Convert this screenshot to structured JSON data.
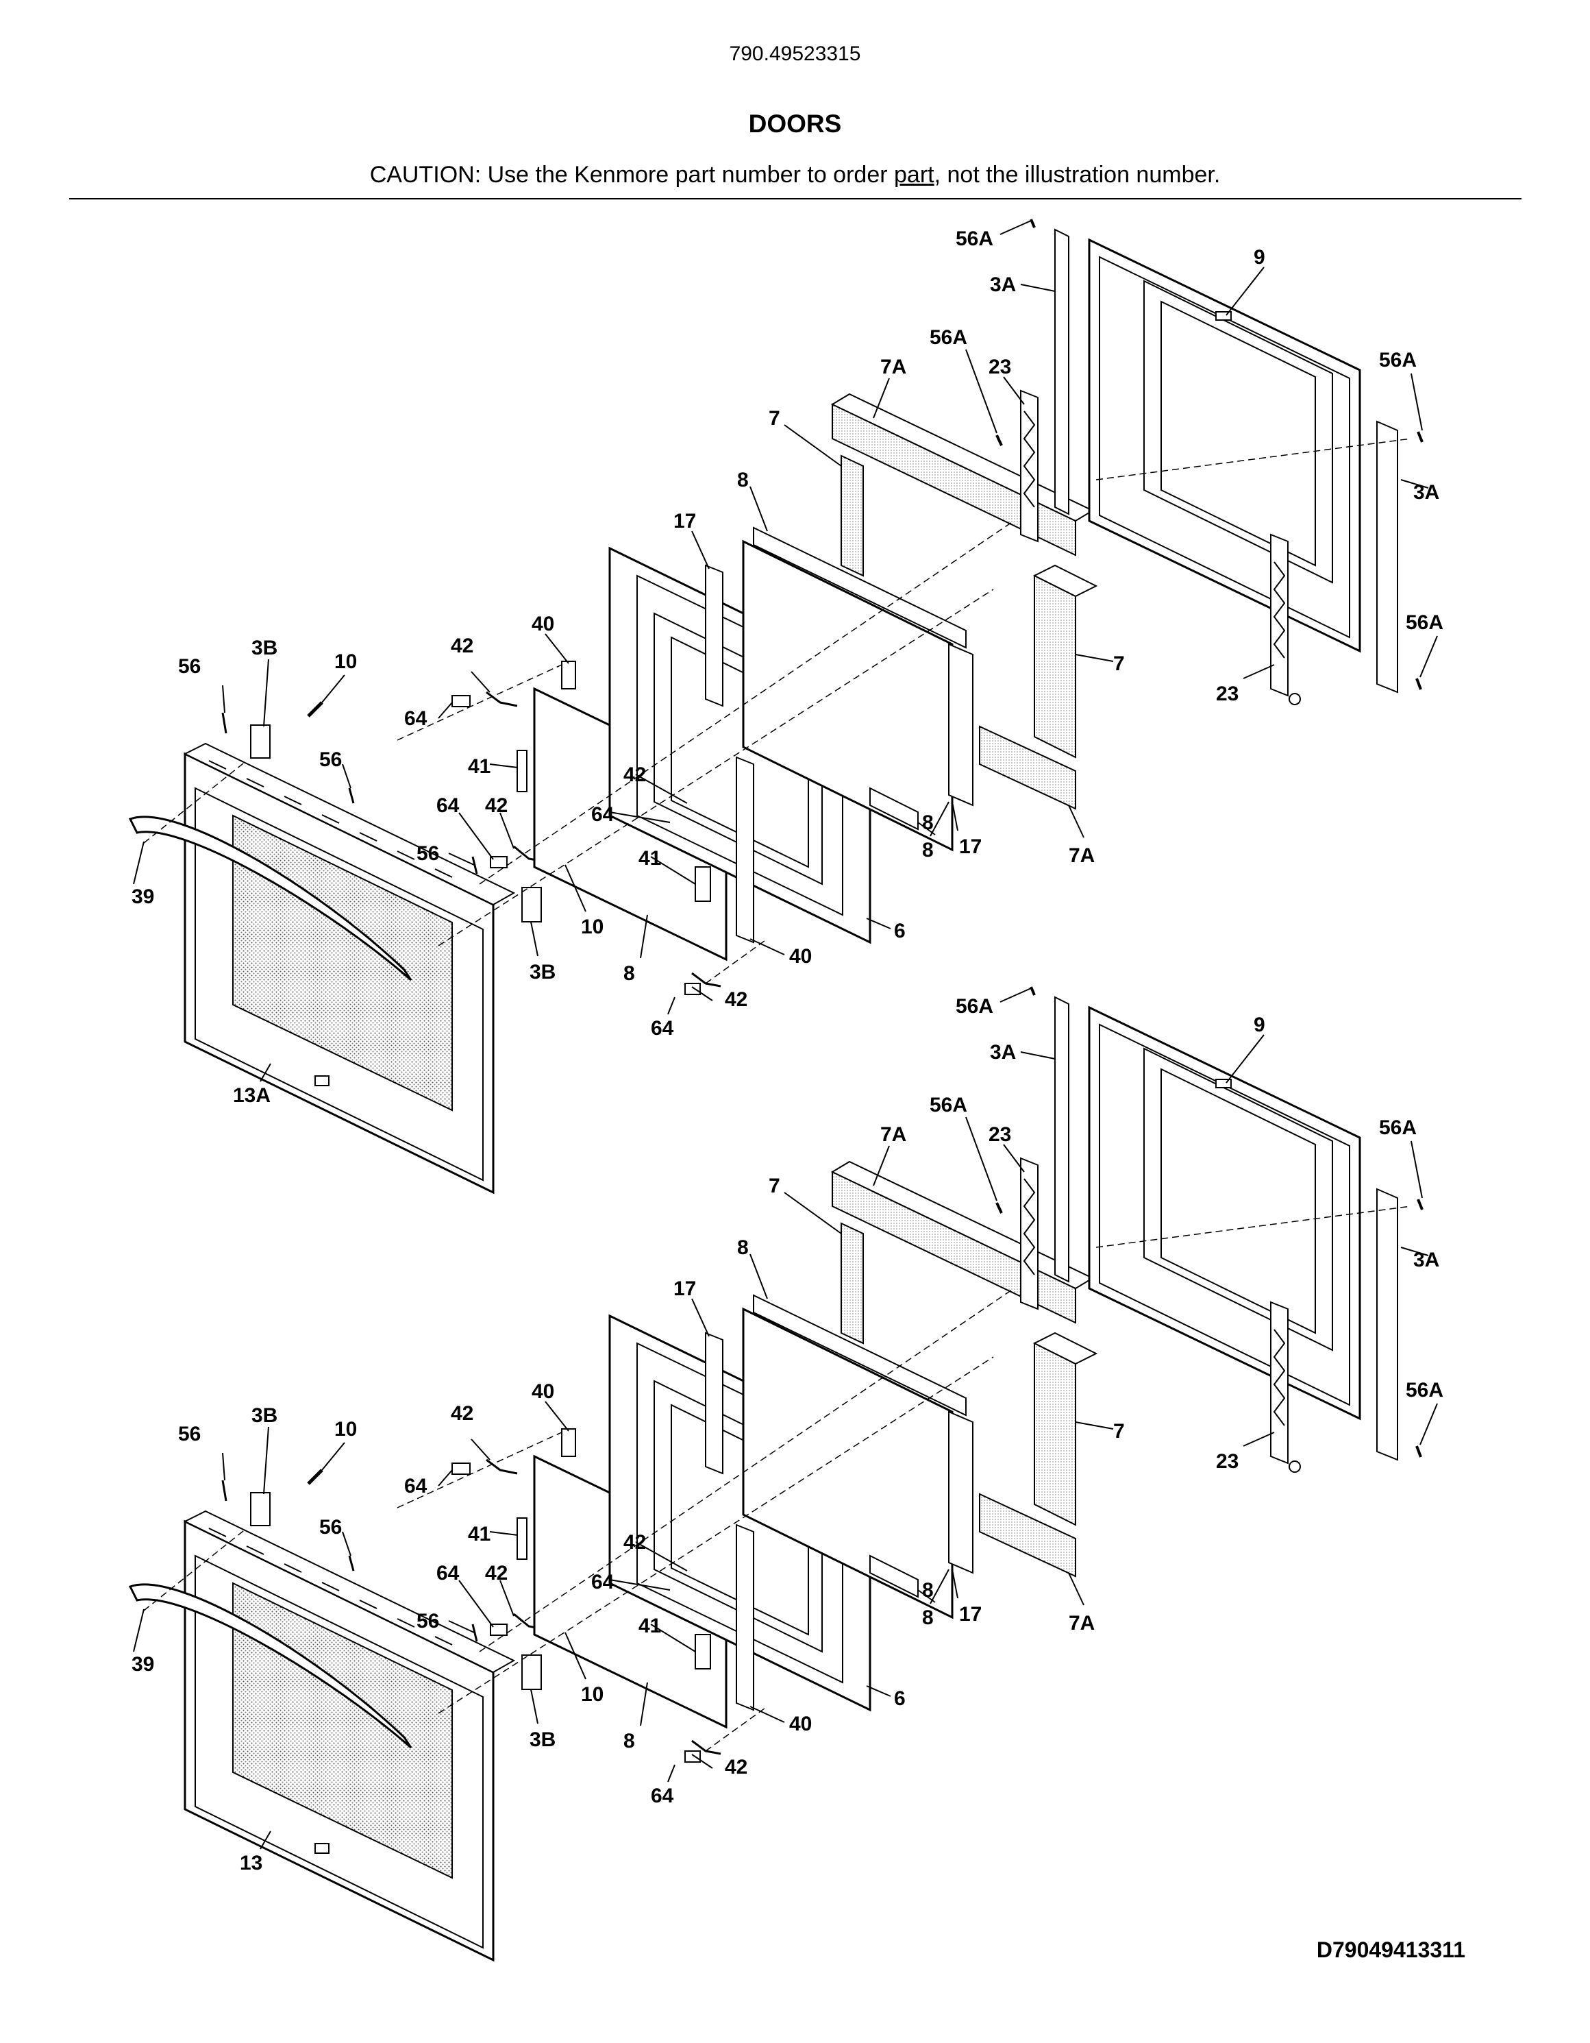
{
  "header": {
    "model_number": "790.49523315",
    "title": "DOORS",
    "caution_prefix": "CAUTION: Use the Kenmore part number to order ",
    "caution_link": "part",
    "caution_suffix": ", not the illustration number."
  },
  "footer": {
    "diagram_id": "D79049413311"
  },
  "callouts": [
    "56A",
    "3A",
    "9",
    "7A",
    "56A",
    "23",
    "56A",
    "7",
    "3A",
    "8",
    "17",
    "40",
    "56A",
    "7",
    "3B",
    "56",
    "10",
    "42",
    "64",
    "23",
    "41",
    "56",
    "42",
    "64",
    "42",
    "64",
    "41",
    "56",
    "39",
    "8",
    "17",
    "7A",
    "8",
    "10",
    "6",
    "3B",
    "40",
    "8",
    "42",
    "64",
    "13A",
    "56A",
    "3A",
    "9",
    "7A",
    "56A",
    "23",
    "56A",
    "7",
    "3A",
    "8",
    "17",
    "40",
    "56A",
    "7",
    "3B",
    "56",
    "10",
    "42",
    "64",
    "23",
    "41",
    "56",
    "42",
    "64",
    "42",
    "64",
    "41",
    "56",
    "39",
    "8",
    "17",
    "7A",
    "8",
    "10",
    "6",
    "3B",
    "40",
    "8",
    "42",
    "64",
    "13"
  ]
}
